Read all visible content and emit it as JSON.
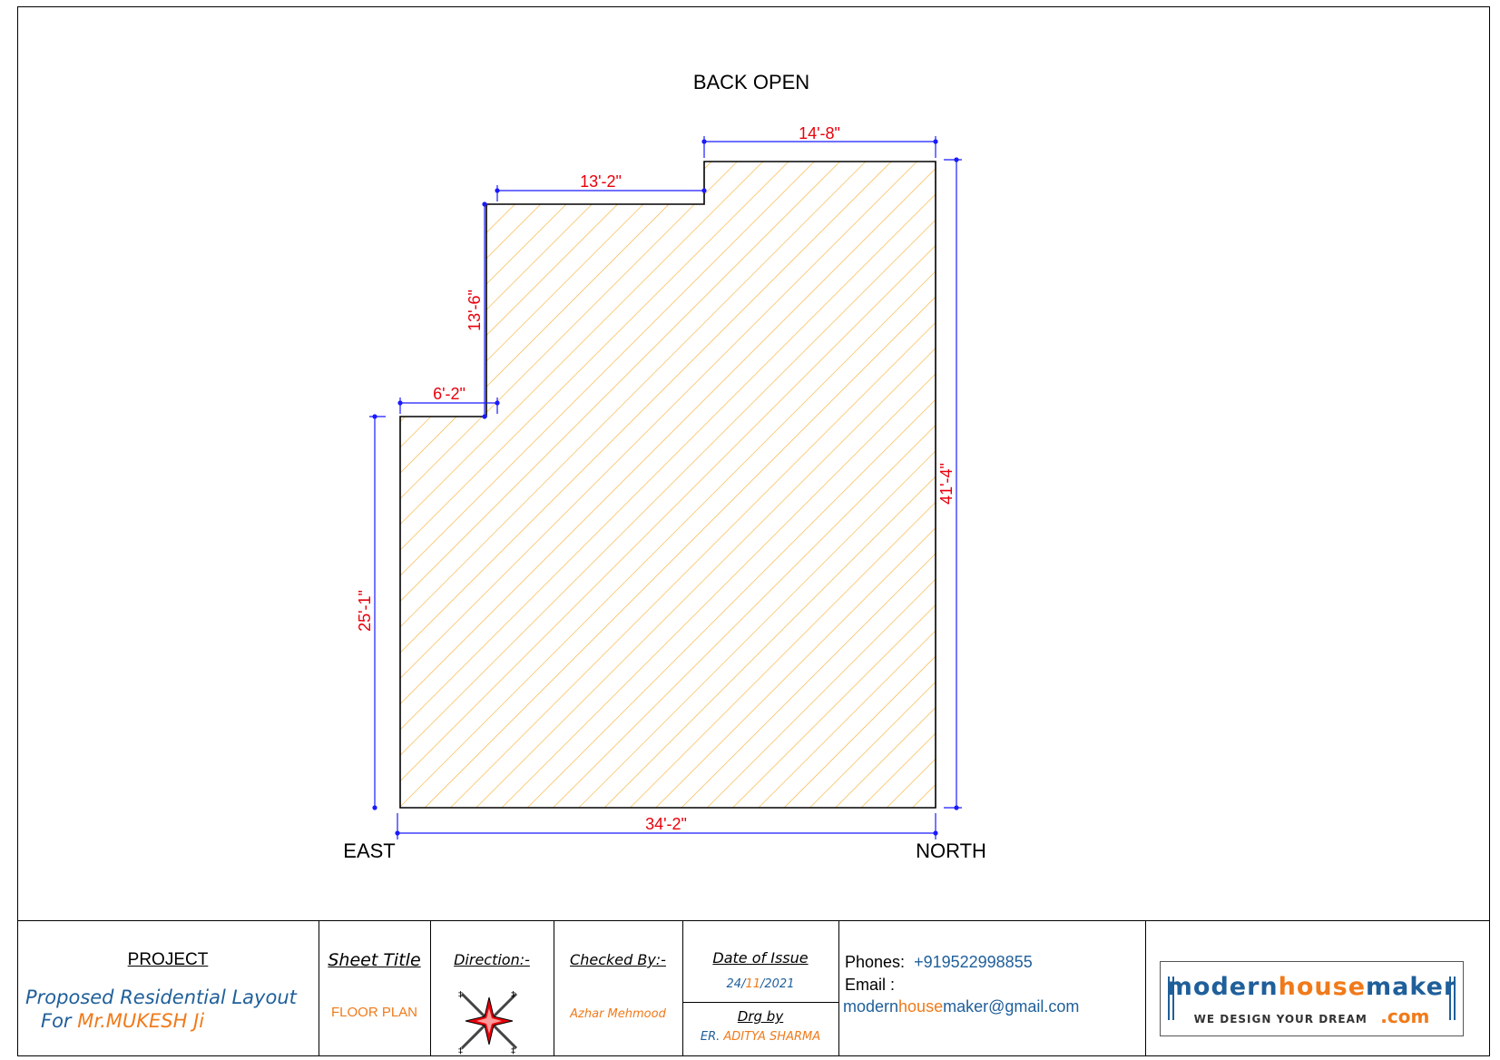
{
  "plan": {
    "direction_top": "BACK OPEN",
    "direction_bottom_left": "EAST",
    "direction_bottom_right": "NORTH",
    "dims": {
      "top_right": "14'-8\"",
      "top_mid": "13'-2\"",
      "step_left": "6'-2\"",
      "step_height": "13'-6\"",
      "right_height": "41'-4\"",
      "left_height": "25'-1\"",
      "bottom_width": "34'-2\""
    },
    "colors": {
      "hatch": "#f7b23a",
      "dim_line": "#1a1aff",
      "dim_text": "#e8000b",
      "outline": "#000000"
    }
  },
  "title_block": {
    "project_heading": "PROJECT",
    "project_line1": "Proposed Residential Layout",
    "project_line2_prefix": "For ",
    "project_line2_name": "Mr.MUKESH Ji",
    "sheet_title_heading": "Sheet Title",
    "sheet_title_value": "FLOOR PLAN",
    "direction_heading": "Direction:-",
    "compass_icon": "compass-rose-icon",
    "checked_by_heading": "Checked By:-",
    "checked_by_value": "Azhar Mehmood",
    "date_heading": "Date of Issue",
    "date_day": "24/",
    "date_month": "11",
    "date_year": "/2021",
    "drg_by_heading": "Drg by",
    "drg_by_prefix": "ER. ",
    "drg_by_name": "ADITYA SHARMA",
    "phones_label": "Phones:",
    "phones_value": "+919522998855",
    "email_label": "Email :",
    "email_part1": "modern",
    "email_part2": "house",
    "email_part3": "maker@gmail.com",
    "logo_part1": "modern",
    "logo_part2": "house",
    "logo_part3": "maker",
    "logo_tagline": "WE DESIGN YOUR DREAM",
    "logo_com": ".com"
  }
}
